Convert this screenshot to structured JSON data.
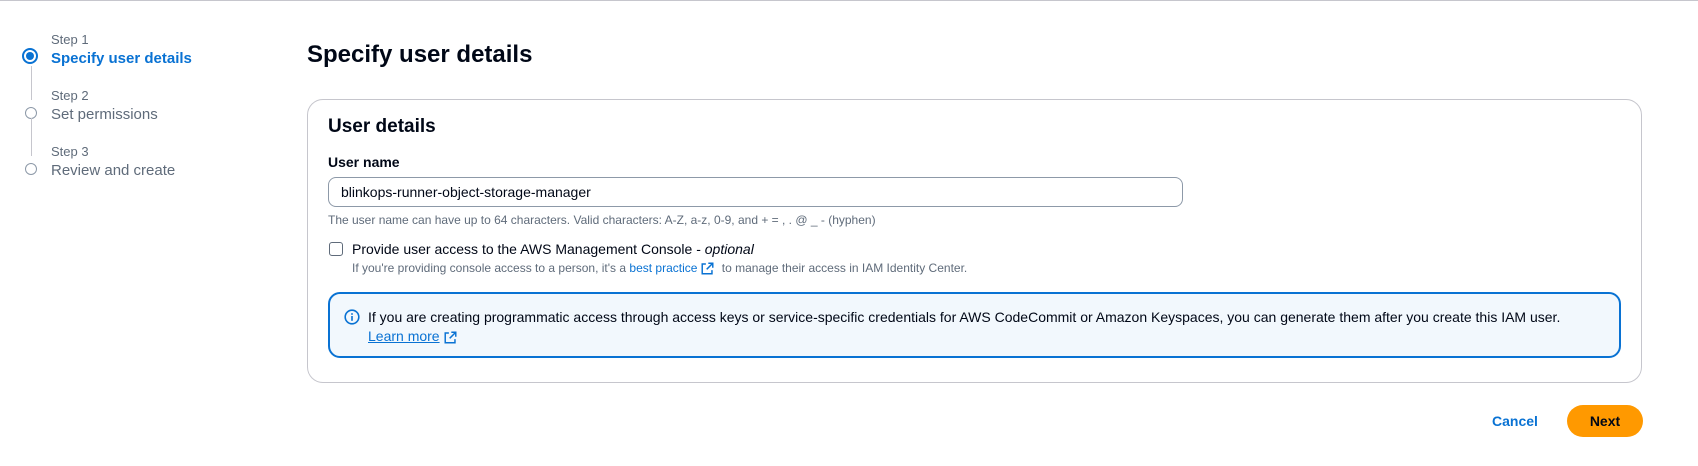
{
  "steps": [
    {
      "number": "Step 1",
      "title": "Specify user details",
      "active": true
    },
    {
      "number": "Step 2",
      "title": "Set permissions",
      "active": false
    },
    {
      "number": "Step 3",
      "title": "Review and create",
      "active": false
    }
  ],
  "page_title": "Specify user details",
  "user_details": {
    "title": "User details",
    "user_name_label": "User name",
    "user_name_value": "blinkops-runner-object-storage-manager",
    "constraint_text": "The user name can have up to 64 characters. Valid characters: A-Z, a-z, 0-9, and + = , . @ _ - (hyphen)",
    "console_access": {
      "checked": false,
      "label": "Provide user access to the AWS Management Console - ",
      "optional": "optional",
      "desc_before": "If you're providing console access to a person, it's a ",
      "desc_link": "best practice",
      "desc_after": " to manage their access in IAM Identity Center."
    }
  },
  "info_alert": {
    "text": "If you are creating programmatic access through access keys or service-specific credentials for AWS CodeCommit or Amazon Keyspaces, you can generate them after you create this IAM user.",
    "link": "Learn more"
  },
  "buttons": {
    "cancel": "Cancel",
    "next": "Next"
  },
  "colors": {
    "accent": "#0972d3",
    "primary_button": "#ff9900",
    "alert_background": "#f2f8fd"
  },
  "icons": [
    "step-active-icon",
    "step-inactive-icon",
    "external-link-icon",
    "info-icon"
  ]
}
